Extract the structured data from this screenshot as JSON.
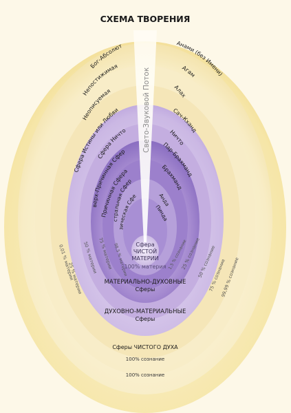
{
  "title": "СХЕМА ТВОРЕНИЯ",
  "stream_label": "Свето-Звуковой Поток",
  "left_arc": [
    "Бог-Абсолют",
    "Непостижимая",
    "Неописуемая",
    "Сфера Истины или Любви",
    "Сфера Ничто",
    "Сверх-Причинная Сфера",
    "Причинная Сфера",
    "Астральная Сфера",
    "Физическая Сфера"
  ],
  "right_arc": [
    "Анами (без Имени)",
    "Агам",
    "Алах",
    "Сач-Кханд",
    "Ничто",
    "Пар-Брахманд",
    "Брахманд",
    "Анда",
    "Пинда"
  ],
  "matter_labels": [
    "0,01 % материи",
    "25 % материи",
    "50 % материи",
    "75 % материи",
    "98,5 % материи"
  ],
  "consciousness_labels": [
    "1,5 % сознание",
    "25 % сознание",
    "50 % сознание",
    "75 % сознание",
    "99,99 % сознание"
  ],
  "center": {
    "line1": "Сфера",
    "line2": "ЧИСТОЙ",
    "line3": "МАТЕРИИ",
    "line4": "100% материя"
  },
  "bands": {
    "material_spiritual_1": "МАТЕРИАЛЬНО-ДУХОВНЫЕ",
    "material_spiritual_2": "Сферы",
    "spiritual_material_1": "ДУХОВНО-МАТЕРИАЛЬНЫЕ",
    "spiritual_material_2": "Сферы",
    "pure_spirit": "Сферы ЧИСТОГО ДУХА",
    "consciousness_1": "100% сознание",
    "consciousness_2": "100% сознание"
  },
  "colors": {
    "background": "#fdf8e8",
    "outer_glow": "#f3dc8e",
    "cream": "#fbf4dc",
    "lavender": "#d6c7e8",
    "purple": "#8f74c2",
    "deep_purple": "#6a4fa6"
  }
}
